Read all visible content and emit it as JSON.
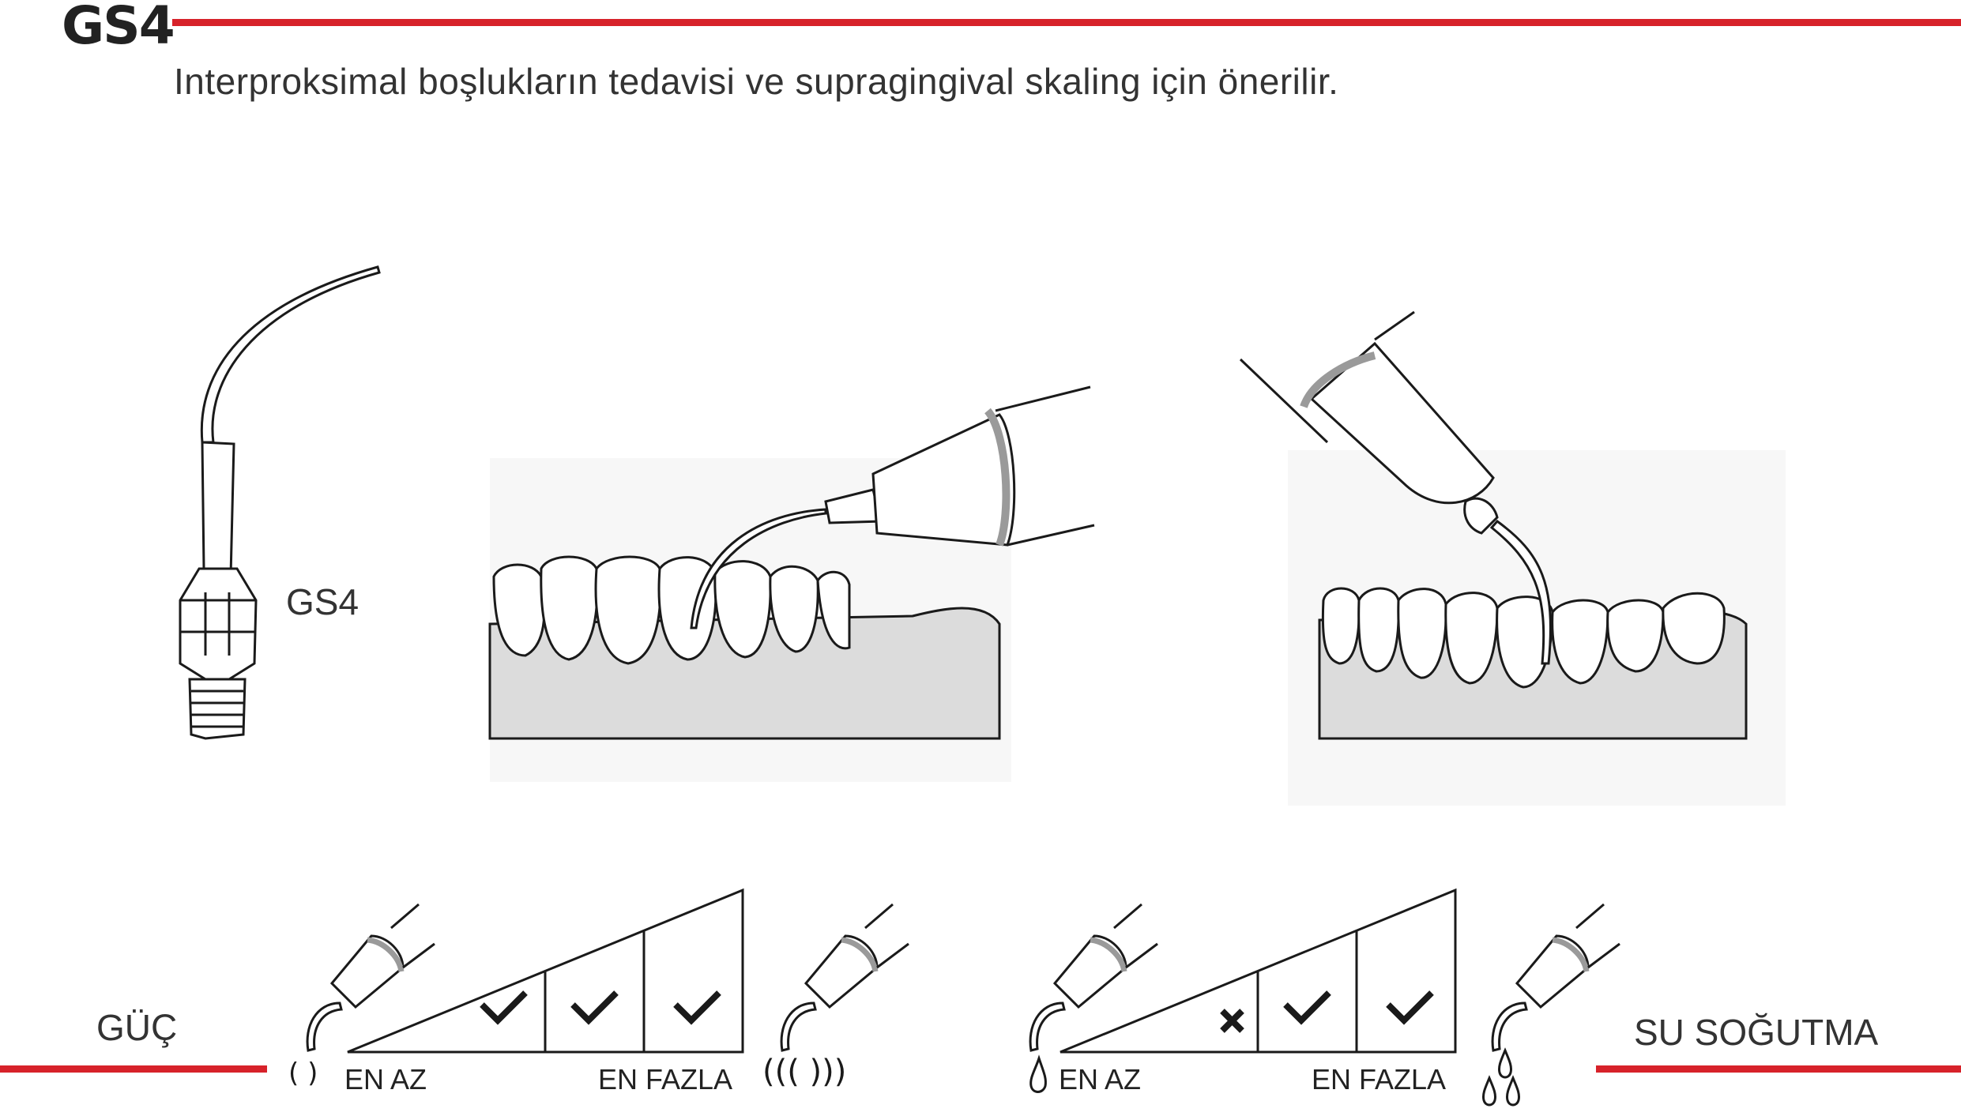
{
  "header": {
    "title": "GS4",
    "subtitle": "Interproksimal boşlukların tedavisi ve supragingival skaling için önerilir."
  },
  "product": {
    "tip_label": "GS4"
  },
  "power_scale": {
    "label": "GÜÇ",
    "min_label": "EN AZ",
    "max_label": "EN FAZLA",
    "levels": [
      "check",
      "check",
      "check"
    ]
  },
  "water_scale": {
    "label": "SU SOĞUTMA",
    "min_label": "EN AZ",
    "max_label": "EN FAZLA",
    "levels": [
      "cross",
      "check",
      "check"
    ]
  },
  "colors": {
    "accent": "#d7222a",
    "gum": "#dcdcdc",
    "line": "#1a1a1a"
  }
}
